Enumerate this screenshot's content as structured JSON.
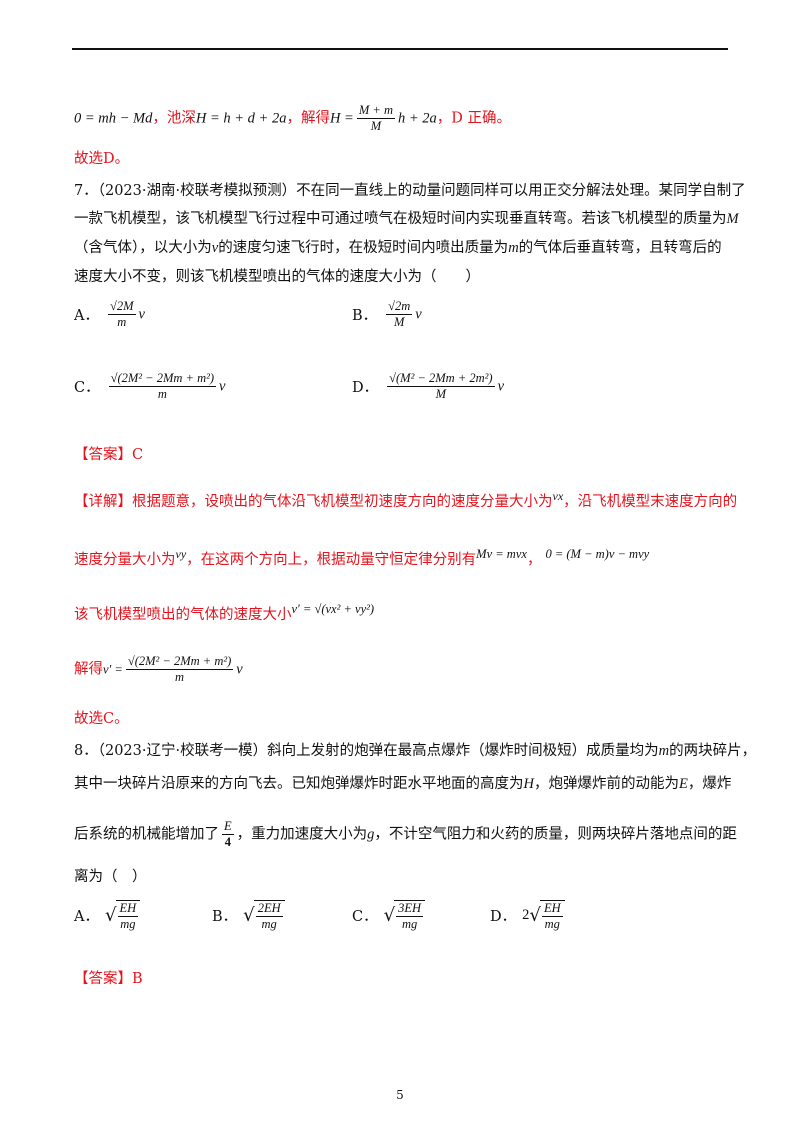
{
  "prev_tail": {
    "eq1": "0 = mh − Md",
    "t1": "，池深",
    "eq2": "H = h + d + 2a",
    "t2": "，解得",
    "eq3_lhs": "H =",
    "eq3_num": "M + m",
    "eq3_den": "M",
    "eq3_rest": "h + 2a",
    "t3": "，D 正确。",
    "choose": "故选D。"
  },
  "q7": {
    "line1": "7．（2023·湖南·校联考模拟预测）不在同一直线上的动量问题同样可以用正交分解法处理。某同学自制了",
    "line2a": "一款飞机模型，该飞机模型飞行过程中可通过喷气在极短时间内实现垂直转弯。若该飞机模型的质量为",
    "line2v": "M",
    "line3a": "（含气体），以大小为",
    "line3v": "v",
    "line3b": "的速度匀速飞行时，在极短时间内喷出质量为",
    "line3c": "m",
    "line3d": "的气体后垂直转弯，且转弯后的",
    "line4": "速度大小不变，则该飞机模型喷出的气体的速度大小为（　　）",
    "options": [
      {
        "label": "A．",
        "num": "√2M",
        "den": "m",
        "tail": "v"
      },
      {
        "label": "B．",
        "num": "√2m",
        "den": "M",
        "tail": "v"
      },
      {
        "label": "C．",
        "num": "√(2M² − 2Mm + m²)",
        "den": "m",
        "tail": "v"
      },
      {
        "label": "D．",
        "num": "√(M² − 2Mm + 2m²)",
        "den": "M",
        "tail": "v"
      }
    ],
    "answer": "【答案】C",
    "detail1a": "【详解】根据题意，设喷出的气体沿飞机模型初速度方向的速度分量大小为",
    "detail1v": "vx",
    "detail1b": "，沿飞机模型末速度方向的",
    "detail2a": "速度分量大小为",
    "detail2v": "vy",
    "detail2b": "，在这两个方向上，根据动量守恒定律分别有",
    "eq_a": "Mv = mvx",
    "eq_b": "0 = (M − m)v − mvy",
    "detail3a": "该飞机模型喷出的气体的速度大小",
    "eq_c": "v′ = √(vx² + vy²)",
    "detail4a": "解得",
    "eq_d_lhs": "v′ =",
    "eq_d_num": "√(2M² − 2Mm + m²)",
    "eq_d_den": "m",
    "eq_d_tail": "v",
    "choose": "故选C。"
  },
  "q8": {
    "line1a": "8．（2023·辽宁·校联考一模）斜向上发射的炮弹在最高点爆炸（爆炸时间极短）成质量均为",
    "line1v": "m",
    "line1b": "的两块碎片，",
    "line2a": "其中一块碎片沿原来的方向飞去。已知炮弹爆炸时距水平地面的高度为",
    "line2v": "H",
    "line2b": "，炮弹爆炸前的动能为",
    "line2c": "E",
    "line2d": "，爆炸",
    "line3a": "后系统的机械能增加了",
    "line3num": "E",
    "line3den": "4",
    "line3b": "，重力加速度大小为",
    "line3v": "g",
    "line3c": "，不计空气阻力和火药的质量，则两块碎片落地点间的距",
    "line4": "离为（　）",
    "options": [
      {
        "label": "A．",
        "num": "EH",
        "den": "mg",
        "pre": ""
      },
      {
        "label": "B．",
        "num": "2EH",
        "den": "mg",
        "pre": ""
      },
      {
        "label": "C．",
        "num": "3EH",
        "den": "mg",
        "pre": ""
      },
      {
        "label": "D．",
        "num": "EH",
        "den": "mg",
        "pre": "2"
      }
    ],
    "answer": "【答案】B"
  },
  "page_number": "5",
  "colors": {
    "accent": "#e4141e",
    "text": "#111111"
  }
}
